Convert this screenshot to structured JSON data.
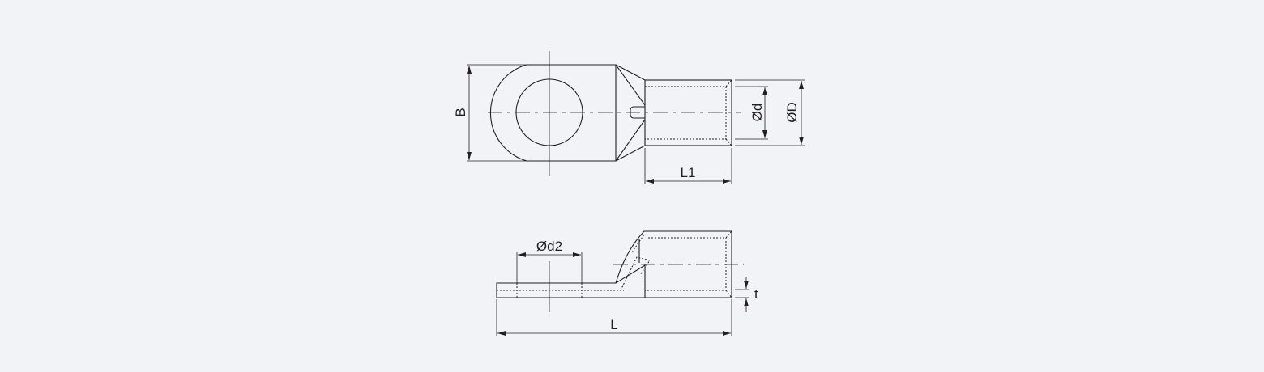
{
  "labels": {
    "B": "B",
    "d": "Ød",
    "D": "ØD",
    "L1": "L1",
    "d2": "Ød2",
    "t": "t",
    "L": "L"
  },
  "colors": {
    "background": "#f2f3f7",
    "line": "#231f20"
  }
}
